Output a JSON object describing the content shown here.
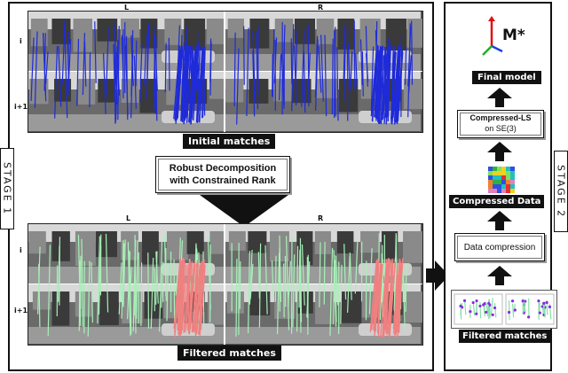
{
  "stage1": {
    "label": "STAGE 1",
    "top_images": {
      "left_label": "L",
      "right_label": "R",
      "row1_label": "i",
      "row2_label": "i+1"
    },
    "top_caption": "Initial matches",
    "decomposition_box": {
      "line1": "Robust Decomposition",
      "line2": "with Constrained Rank"
    },
    "bottom_images": {
      "left_label": "L",
      "right_label": "R",
      "row1_label": "i",
      "row2_label": "i+1"
    },
    "bottom_caption": "Filtered matches"
  },
  "stage2": {
    "label": "STAGE 2",
    "model_label": "M*",
    "final_model": "Final model",
    "compressed_ls": {
      "line1": "Compressed-LS",
      "line2": "on SE(3)"
    },
    "compressed_data": "Compressed Data",
    "data_compression": "Data compression",
    "filtered_matches": "Filtered matches"
  },
  "colors": {
    "initial_matches": "#1f2bd8",
    "filtered_inliers": "#a8f0b8",
    "filtered_outliers": "#f08080"
  }
}
